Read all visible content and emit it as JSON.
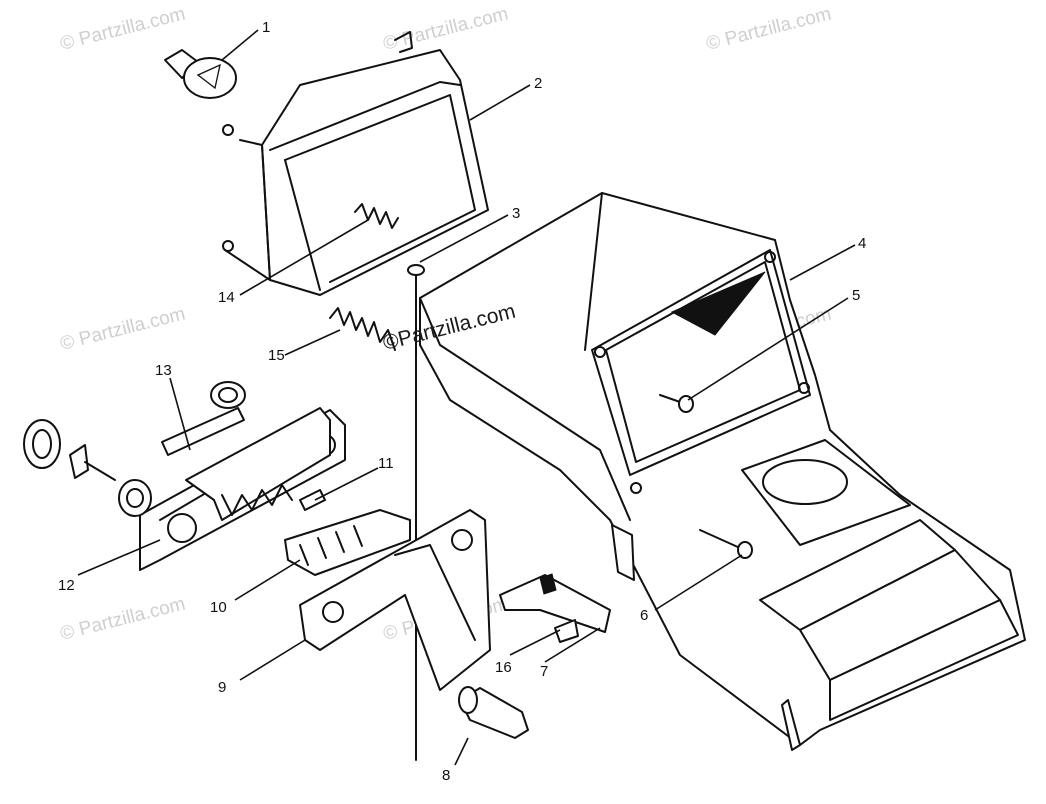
{
  "watermark": {
    "text": "© Partzilla.com",
    "center_text": "©Partzilla.com"
  },
  "callouts": {
    "c1": "1",
    "c2": "2",
    "c3": "3",
    "c4": "4",
    "c5": "5",
    "c6": "6",
    "c7": "7",
    "c8": "8",
    "c9": "9",
    "c10": "10",
    "c11": "11",
    "c12": "12",
    "c13": "13",
    "c14": "14",
    "c15": "15",
    "c16": "16"
  }
}
